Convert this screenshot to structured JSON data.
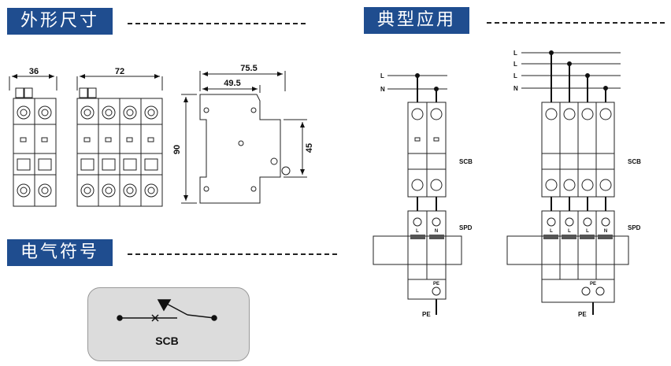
{
  "sections": {
    "dimensions": {
      "title": "外形尺寸"
    },
    "symbol": {
      "title": "电气符号"
    },
    "application": {
      "title": "典型应用"
    }
  },
  "dimensions": {
    "width_2p": "36",
    "width_4p": "72",
    "depth_total": "75.5",
    "depth_body": "49.5",
    "height": "90",
    "height_front": "45"
  },
  "symbol": {
    "label": "SCB"
  },
  "application": {
    "lines_2p": [
      "L",
      "N"
    ],
    "lines_4p": [
      "L",
      "L",
      "L",
      "N"
    ],
    "scb_label": "SCB",
    "spd_label": "SPD",
    "pe_label": "PE",
    "terminals_2p": [
      "L",
      "N"
    ],
    "terminals_4p": [
      "L",
      "L",
      "L",
      "N"
    ]
  },
  "colors": {
    "title_bg": "#1f4d8f",
    "symbol_bg": "#dcdcdc"
  }
}
